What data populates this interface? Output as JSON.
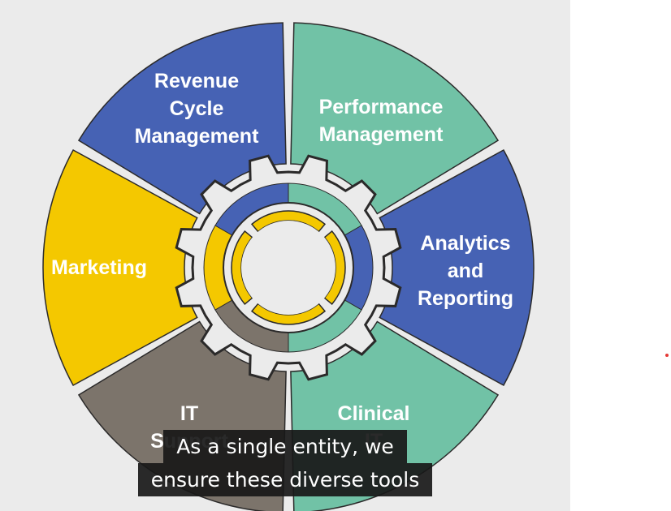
{
  "colors": {
    "blue": "#4662b4",
    "teal": "#71c2a6",
    "yellow": "#f4c800",
    "gray": "#7c746b",
    "dark_outline": "#2b2a2a",
    "navy_outline": "#18205c",
    "background": "#ebebeb",
    "caption_bg": "#181818"
  },
  "wheel": {
    "segments": [
      {
        "id": "revenue",
        "color": "blue",
        "lines": [
          "Revenue",
          "Cycle",
          "Management"
        ]
      },
      {
        "id": "performance",
        "color": "teal",
        "lines": [
          "Performance",
          "Management"
        ]
      },
      {
        "id": "analytics",
        "color": "blue",
        "lines": [
          "Analytics",
          "and",
          "Reporting"
        ]
      },
      {
        "id": "clinical",
        "color": "teal",
        "lines": [
          "Clinical",
          "IT"
        ]
      },
      {
        "id": "itsupport",
        "color": "gray",
        "lines": [
          "IT",
          "Support"
        ]
      },
      {
        "id": "marketing",
        "color": "yellow",
        "lines": [
          "Marketing"
        ]
      }
    ],
    "inner_ring_colors": [
      "teal",
      "blue",
      "teal",
      "gray",
      "yellow",
      "blue"
    ],
    "center_arc_color": "yellow"
  },
  "caption": {
    "line1": "As a single entity, we",
    "line2": "ensure these diverse tools"
  }
}
